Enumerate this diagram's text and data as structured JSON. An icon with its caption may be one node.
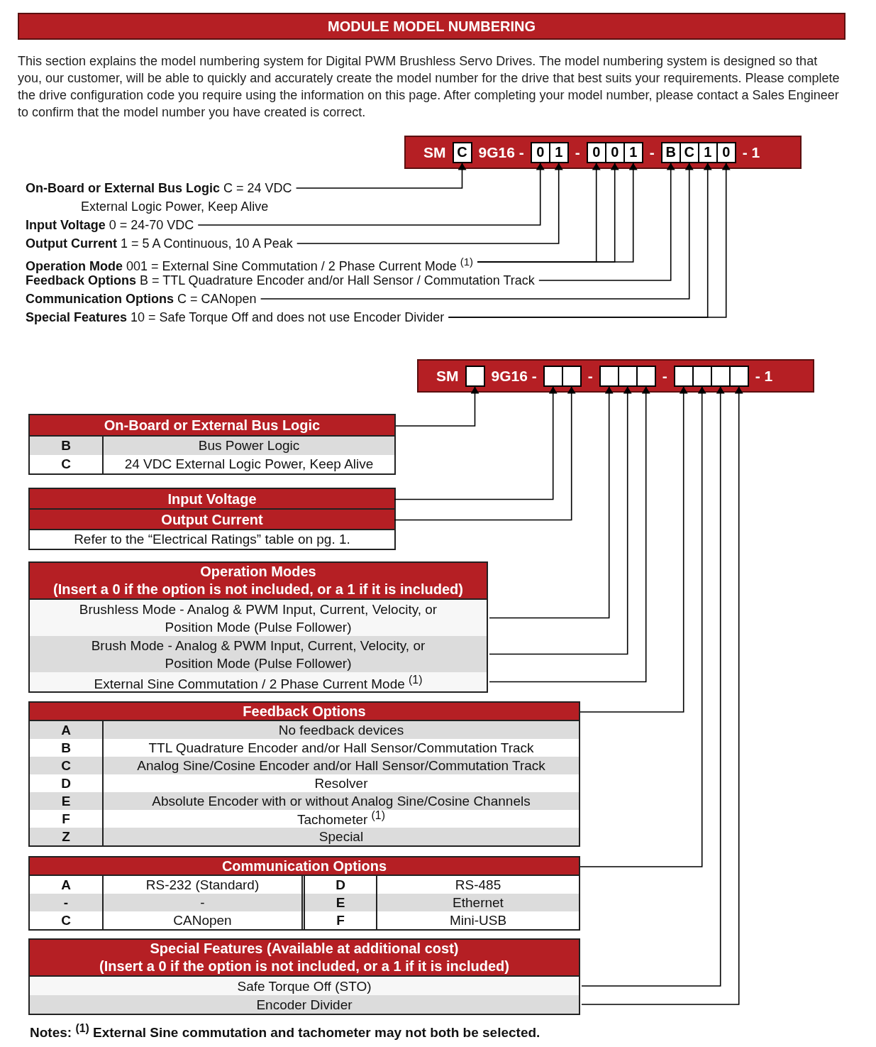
{
  "diagram": {
    "title": "MODULE MODEL NUMBERING",
    "nodes": [
      {
        "text": [
          "SM",
          "9G16 -",
          "-",
          "-",
          "- 1"
        ]
      },
      {
        "text": [
          "C"
        ],
        "in": 0
      },
      {
        "text": [
          "0"
        ],
        "in": 0
      },
      {
        "text": [
          "1"
        ],
        "in": 0
      },
      {
        "text": [
          "0"
        ],
        "in": 0
      },
      {
        "text": [
          "0"
        ],
        "in": 0
      },
      {
        "text": [
          "1"
        ],
        "in": 0
      },
      {
        "text": [
          "B"
        ],
        "in": 0
      },
      {
        "text": [
          "C"
        ],
        "in": 0
      },
      {
        "text": [
          "1"
        ],
        "in": 0
      },
      {
        "text": [
          "0"
        ],
        "in": 0
      },
      {
        "text": [
          "**On-Board or External Bus Logic** C = 24 VDC",
          "External Logic Power, Keep Alive"
        ]
      },
      {
        "text": [
          "**Input Voltage** 0 = 24-70 VDC"
        ]
      },
      {
        "text": [
          "**Output Current** 1 = 5 A Continuous, 10 A Peak"
        ]
      },
      {
        "text": [
          "**Operation Mode** 001 = External Sine Commutation / 2 Phase Current Mode $^{(1)}$"
        ]
      },
      {
        "text": [
          "**Feedback Options** B = TTL Quadrature Encoder and/or Hall Sensor / Commutation Track"
        ]
      },
      {
        "text": [
          "**Communication Options** C = CANopen"
        ]
      },
      {
        "text": [
          "**Special Features** 10 = Safe Torque Off and does not use Encoder Divider"
        ]
      },
      {
        "text": [
          "SM",
          "9G16 -",
          "-",
          "-",
          "- 1"
        ]
      },
      {
        "text": [],
        "shape": "box",
        "in": 18
      },
      {
        "text": [],
        "shape": "box",
        "in": 18
      },
      {
        "text": [],
        "shape": "box",
        "in": 18
      },
      {
        "text": [],
        "shape": "box",
        "in": 18
      },
      {
        "text": [],
        "shape": "box",
        "in": 18
      },
      {
        "text": [],
        "shape": "box",
        "in": 18
      },
      {
        "text": [],
        "shape": "box",
        "in": 18
      },
      {
        "text": [],
        "shape": "box",
        "in": 18
      },
      {
        "text": [],
        "shape": "box",
        "in": 18
      },
      {
        "text": [],
        "shape": "box",
        "in": 18
      },
      {
        "text": [
          "On-Board or External Bus Logic"
        ]
      },
      {
        "text": [
          "Input Voltage"
        ]
      },
      {
        "text": [
          "Output Current"
        ]
      },
      {
        "text": [
          "Operation Modes",
          "(Insert a 0 if the option is not included, or a 1 if it is included)"
        ]
      },
      {
        "text": [
          "Brushless Mode - Analog & PWM Input, Current, Velocity, or Position Mode (Pulse Follower)"
        ],
        "in": 32
      },
      {
        "text": [
          "Brush Mode - Analog & PWM Input, Current, Velocity, or Position Mode (Pulse Follower)"
        ],
        "in": 32
      },
      {
        "text": [
          "External Sine Commutation / 2 Phase Current Mode $^{(1)}$"
        ],
        "in": 32
      },
      {
        "text": [
          "Feedback Options"
        ]
      },
      {
        "text": [
          "Communication Options"
        ]
      },
      {
        "text": [
          "Special Features (Available at additional cost)",
          "(Insert a 0 if the option is not included, or a 1 if it is included)"
        ]
      },
      {
        "text": [
          "Safe Torque Off (STO)"
        ],
        "in": 38
      },
      {
        "text": [
          "Encoder Divider"
        ],
        "in": 38
      }
    ],
    "edges": [
      {
        "from": 11,
        "to": 1,
        "arrow": "to"
      },
      {
        "from": 12,
        "to": 2,
        "arrow": "to"
      },
      {
        "from": 13,
        "to": 3,
        "arrow": "to"
      },
      {
        "from": 14,
        "to": 4,
        "arrow": "to"
      },
      {
        "from": 14,
        "to": 5,
        "arrow": "to"
      },
      {
        "from": 14,
        "to": 6,
        "arrow": "to"
      },
      {
        "from": 15,
        "to": 7,
        "arrow": "to"
      },
      {
        "from": 16,
        "to": 8,
        "arrow": "to"
      },
      {
        "from": 17,
        "to": 9,
        "arrow": "to"
      },
      {
        "from": 17,
        "to": 10,
        "arrow": "to"
      },
      {
        "from": 29,
        "to": 19,
        "arrow": "to"
      },
      {
        "from": 30,
        "to": 20,
        "arrow": "to"
      },
      {
        "from": 31,
        "to": 21,
        "arrow": "to"
      },
      {
        "from": 33,
        "to": 22,
        "arrow": "to"
      },
      {
        "from": 34,
        "to": 23,
        "arrow": "to"
      },
      {
        "from": 35,
        "to": 24,
        "arrow": "to"
      },
      {
        "from": 36,
        "to": 25,
        "arrow": "to"
      },
      {
        "from": 37,
        "to": 26,
        "arrow": "to"
      },
      {
        "from": 39,
        "to": 27,
        "arrow": "to"
      },
      {
        "from": 40,
        "to": 28,
        "arrow": "to"
      }
    ],
    "labels": [
      "This section explains the model numbering system for Digital PWM Brushless Servo Drives. The model numbering system is designed so that you, our customer, will be able to quickly and accurately create the model number for the drive that best suits your requirements. Please complete the drive configuration code you require using the information on this page. After completing your model number, please contact a Sales Engineer to confirm that the model number you have created is correct.",
      "B",
      "Bus Power Logic",
      "C",
      "24 VDC External Logic Power, Keep Alive",
      "Refer to the “Electrical Ratings” table on pg. 1.",
      "A",
      "No feedback devices",
      "B",
      "TTL Quadrature Encoder and/or Hall Sensor/Commutation Track",
      "C",
      "Analog Sine/Cosine Encoder and/or Hall Sensor/Commutation Track",
      "D",
      "Resolver",
      "E",
      "Absolute Encoder with or without Analog Sine/Cosine Channels",
      "F",
      "Tachometer $^{(1)}$",
      "Z",
      "Special",
      "A",
      "RS-232 (Standard)",
      "D",
      "RS-485",
      "-",
      "-",
      "E",
      "Ethernet",
      "C",
      "CANopen",
      "F",
      "Mini-USB",
      "Notes: $^{(1)}$ External Sine commutation and tachometer may not both be selected."
    ]
  }
}
